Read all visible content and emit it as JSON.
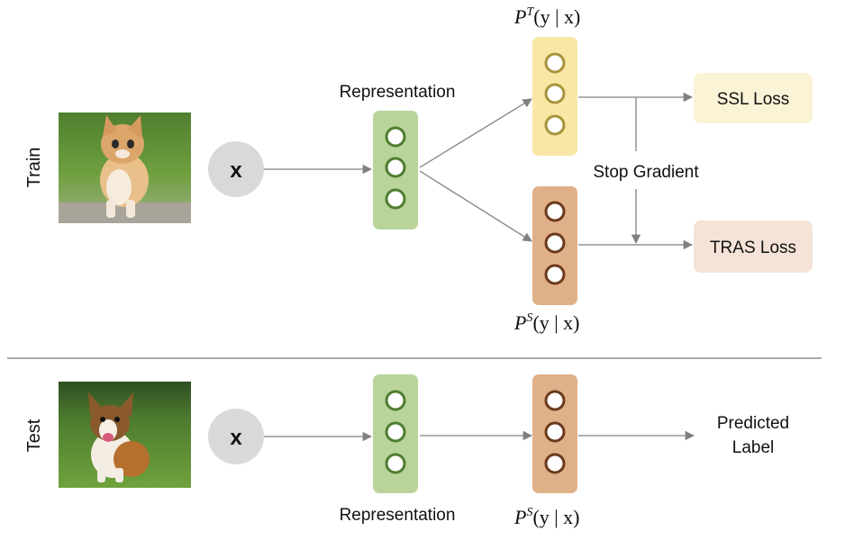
{
  "sections": {
    "train_label": "Train",
    "test_label": "Test"
  },
  "input": {
    "symbol": "x"
  },
  "representation": {
    "train_label": "Representation",
    "test_label": "Representation"
  },
  "teacher": {
    "label_base": "P",
    "label_sup": "T",
    "label_args": "(y | x)"
  },
  "student": {
    "label_base": "P",
    "label_sup": "S",
    "label_args": "(y | x)"
  },
  "losses": {
    "ssl": "SSL Loss",
    "tras": "TRAS Loss"
  },
  "stop_gradient": "Stop Gradient",
  "output": {
    "line1": "Predicted",
    "line2": "Label"
  },
  "colors": {
    "representation_fill": "#b9d49b",
    "representation_ring": "#4e7d30",
    "teacher_fill": "#f9e7a6",
    "teacher_ring": "#a8933d",
    "student_fill": "#e0b088",
    "student_ring": "#6b3a1c",
    "ssl_box": "#fbf3d6",
    "tras_box": "#f4e3d6",
    "input_circle": "#d9d9d9",
    "arrow": "#808080"
  },
  "icons": {
    "train_image": "kitten-photo",
    "test_image": "corgi-dog-photo"
  }
}
